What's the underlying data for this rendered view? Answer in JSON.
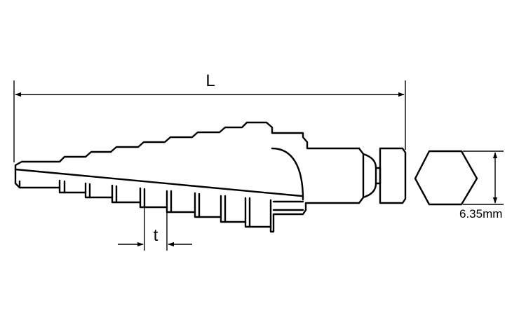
{
  "labels": {
    "length": "L",
    "step_thickness": "t",
    "hex_size": "6.35mm"
  },
  "colors": {
    "line": "#000000",
    "background": "#ffffff"
  }
}
